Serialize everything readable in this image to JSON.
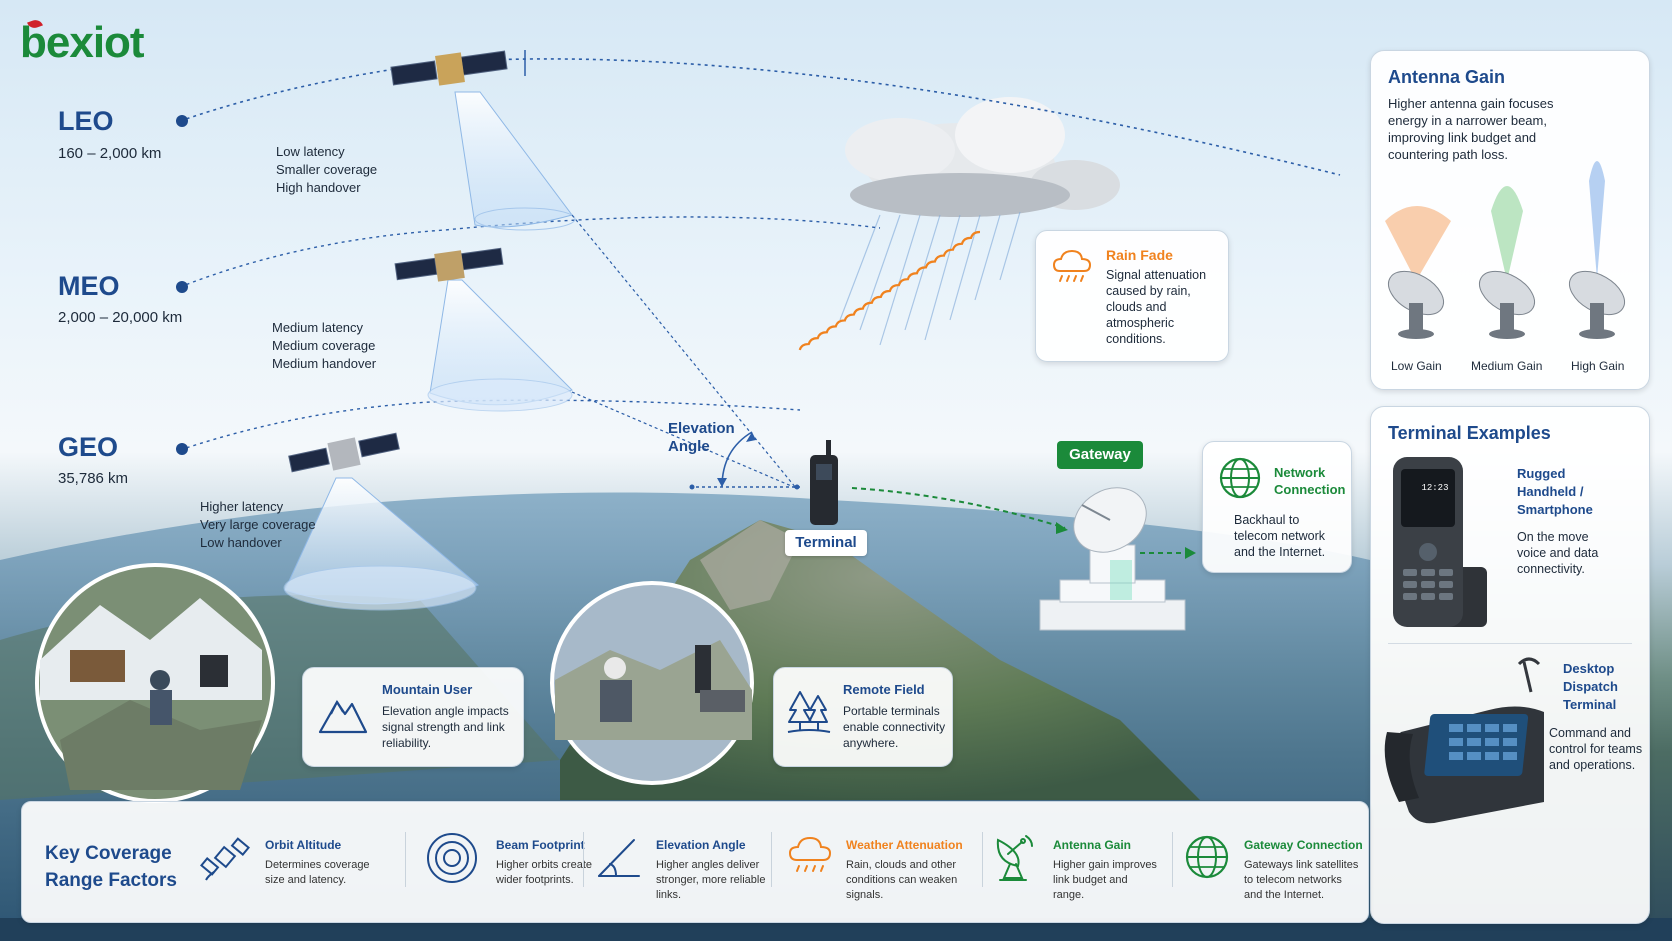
{
  "brand": {
    "name": "bexiot"
  },
  "orbits": [
    {
      "name": "LEO",
      "altitude": "160 – 2,000 km",
      "traits": [
        "Low latency",
        "Smaller coverage",
        "High handover"
      ]
    },
    {
      "name": "MEO",
      "altitude": "2,000 – 20,000 km",
      "traits": [
        "Medium latency",
        "Medium coverage",
        "Medium handover"
      ]
    },
    {
      "name": "GEO",
      "altitude": "35,786 km",
      "traits": [
        "Higher latency",
        "Very large coverage",
        "Low handover"
      ]
    }
  ],
  "elevation_angle": {
    "line1": "Elevation",
    "line2": "Angle"
  },
  "terminal_label": "Terminal",
  "gateway_label": "Gateway",
  "rain_fade": {
    "title": "Rain Fade",
    "lines": [
      "Signal attenuation",
      "caused by rain,",
      "clouds and",
      "atmospheric",
      "conditions."
    ]
  },
  "network_connection": {
    "title_lines": [
      "Network",
      "Connection"
    ],
    "lines": [
      "Backhaul to",
      "telecom network",
      "and the Internet."
    ]
  },
  "mountain_user": {
    "title": "Mountain User",
    "lines": [
      "Elevation angle impacts",
      "signal strength and link",
      "reliability."
    ]
  },
  "remote_field": {
    "title": "Remote Field",
    "lines": [
      "Portable terminals",
      "enable connectivity",
      "anywhere."
    ]
  },
  "antenna_gain": {
    "title": "Antenna Gain",
    "lines": [
      "Higher antenna gain focuses",
      "energy in a narrower beam,",
      "improving link budget and",
      "countering path loss."
    ],
    "levels": [
      "Low Gain",
      "Medium Gain",
      "High Gain"
    ]
  },
  "terminal_examples": {
    "title": "Terminal Examples",
    "items": [
      {
        "title_lines": [
          "Rugged",
          "Handheld /",
          "Smartphone"
        ],
        "lines": [
          "On the move",
          "voice and data",
          "connectivity."
        ],
        "screen_text": "12:23"
      },
      {
        "title_lines": [
          "Desktop",
          "Dispatch",
          "Terminal"
        ],
        "lines": [
          "Command and",
          "control for teams",
          "and operations."
        ]
      }
    ]
  },
  "factors": {
    "title_lines": [
      "Key Coverage",
      "Range Factors"
    ],
    "items": [
      {
        "title": "Orbit Altitude",
        "lines": [
          "Determines coverage",
          "size and latency."
        ],
        "icon": "satellite-icon"
      },
      {
        "title": "Beam Footprint",
        "lines": [
          "Higher orbits create",
          "wider footprints."
        ],
        "icon": "beam-footprint-icon"
      },
      {
        "title": "Elevation Angle",
        "lines": [
          "Higher angles deliver",
          "stronger, more reliable",
          "links."
        ],
        "icon": "elevation-angle-icon"
      },
      {
        "title": "Weather Attenuation",
        "lines": [
          "Rain, clouds and other",
          "conditions can weaken",
          "signals."
        ],
        "icon": "rain-cloud-icon"
      },
      {
        "title": "Antenna Gain",
        "lines": [
          "Higher gain improves",
          "link budget and",
          "range."
        ],
        "icon": "dish-antenna-icon"
      },
      {
        "title": "Gateway Connection",
        "lines": [
          "Gateways link satellites",
          "to telecom networks",
          "and the Internet."
        ],
        "icon": "globe-icon"
      }
    ]
  },
  "colors": {
    "navy": "#1e4a8c",
    "green": "#1b8a3a",
    "orange": "#f0821e",
    "brand_red": "#d0212a"
  }
}
